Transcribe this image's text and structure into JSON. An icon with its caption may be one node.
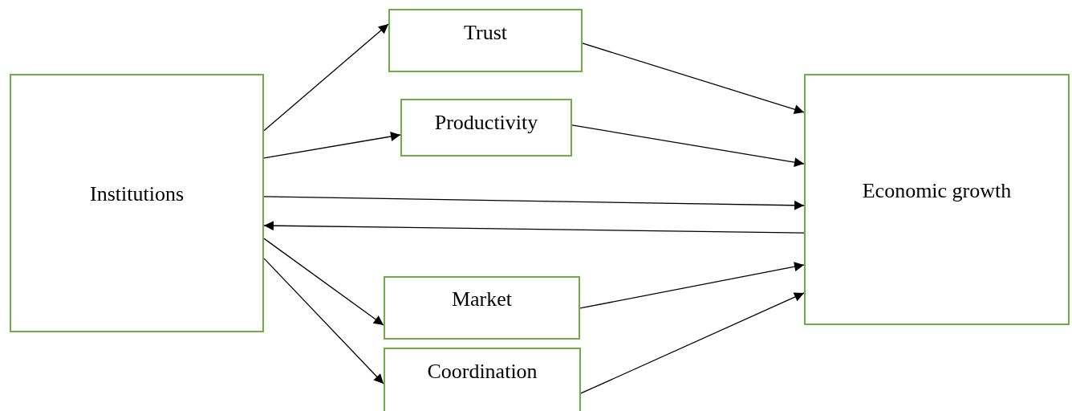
{
  "diagram": {
    "nodes": [
      {
        "text": [
          "Institutions"
        ]
      },
      {
        "text": [
          "Trust"
        ]
      },
      {
        "text": [
          "Productivity"
        ]
      },
      {
        "text": [
          "Economic growth"
        ]
      },
      {
        "text": [
          "Market"
        ]
      },
      {
        "text": [
          "Coordination"
        ]
      }
    ],
    "edges": [
      {
        "from": 0,
        "to": 1,
        "arrow": "to"
      },
      {
        "from": 0,
        "to": 2,
        "arrow": "to"
      },
      {
        "from": 0,
        "to": 3,
        "arrow": "to"
      },
      {
        "from": 3,
        "to": 0,
        "arrow": "to"
      },
      {
        "from": 0,
        "to": 4,
        "arrow": "to"
      },
      {
        "from": 0,
        "to": 5,
        "arrow": "to"
      },
      {
        "from": 1,
        "to": 3,
        "arrow": "to"
      },
      {
        "from": 2,
        "to": 3,
        "arrow": "to"
      },
      {
        "from": 4,
        "to": 3,
        "arrow": "to"
      },
      {
        "from": 5,
        "to": 3,
        "arrow": "to"
      }
    ]
  }
}
